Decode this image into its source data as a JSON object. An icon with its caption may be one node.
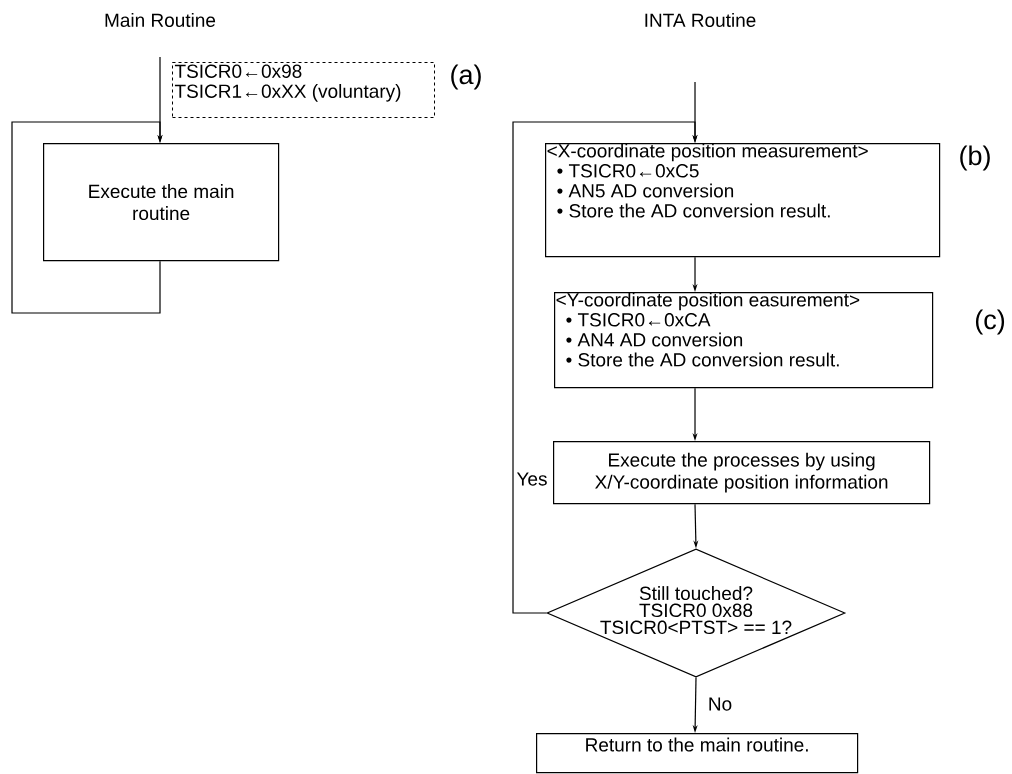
{
  "diagram": {
    "nodes": [
      {
        "text": [
          "TSICR0←0x98",
          "TSICR1←0xXX (voluntary)"
        ],
        "beside": [
          "(a)"
        ]
      },
      {
        "text": [
          "Execute the main routine"
        ]
      },
      {
        "text": [
          "<X-coordinate position measurement>",
          "• TSICR0←0xC5",
          "• AN5 AD conversion",
          "• Store the AD conversion result."
        ],
        "beside": [
          "(b)"
        ]
      },
      {
        "text": [
          "<Y-coordinate position easurement>",
          "• TSICR0←0xCA",
          "• AN4 AD conversion",
          "• Store the AD conversion result."
        ],
        "beside": [
          "(c)"
        ]
      },
      {
        "text": [
          "Execute the processes by using X/Y-coordinate position information"
        ]
      },
      {
        "text": [
          "Still touched?",
          "TSICR0 0x88",
          "TSICR0<PTST> == 1?"
        ]
      },
      {
        "text": [
          "Return to the main routine."
        ]
      }
    ],
    "edges": [
      {
        "from": null,
        "to": 1,
        "arrow": "to"
      },
      {
        "from": 1,
        "to": 1,
        "arrow": "to"
      },
      {
        "from": null,
        "to": 2,
        "arrow": "to"
      },
      {
        "from": 2,
        "to": 3,
        "arrow": "to"
      },
      {
        "from": 3,
        "to": 4,
        "arrow": "to"
      },
      {
        "from": 4,
        "to": 5,
        "arrow": "to"
      },
      {
        "from": 5,
        "to": 6,
        "arrow": "to",
        "label": "No"
      },
      {
        "from": 5,
        "to": 2,
        "arrow": "to",
        "label": "Yes"
      }
    ],
    "labels": [
      "Main Routine",
      "INTA Routine"
    ]
  }
}
